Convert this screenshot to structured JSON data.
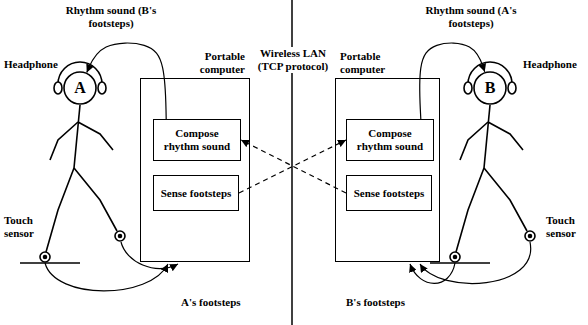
{
  "diagram": {
    "nodes": [
      {
        "text": [
          "Portable computer"
        ]
      },
      {
        "text": [
          "Compose rhythm sound"
        ],
        "in": 0
      },
      {
        "text": [
          "Sense footsteps"
        ],
        "in": 0
      },
      {
        "text": [
          "Portable computer"
        ]
      },
      {
        "text": [
          "Compose rhythm sound"
        ],
        "in": 3
      },
      {
        "text": [
          "Sense footsteps"
        ],
        "in": 3
      },
      {
        "text": [
          "A"
        ]
      },
      {
        "text": [
          "B"
        ]
      }
    ],
    "edges": [
      {
        "from": 1,
        "to": 6,
        "label": "Rhythm sound (B's footsteps)",
        "arrow": "to"
      },
      {
        "from": 4,
        "to": 7,
        "label": "Rhythm sound (A's footsteps)",
        "arrow": "to"
      },
      {
        "from": 2,
        "to": 4,
        "arrow": "to"
      },
      {
        "from": 5,
        "to": 1,
        "arrow": "to"
      }
    ],
    "labels": [
      "Headphone",
      "Headphone",
      "Wireless LAN (TCP protocol)",
      "Touch sensor",
      "Touch sensor",
      "A's footsteps",
      "B's footsteps"
    ]
  }
}
